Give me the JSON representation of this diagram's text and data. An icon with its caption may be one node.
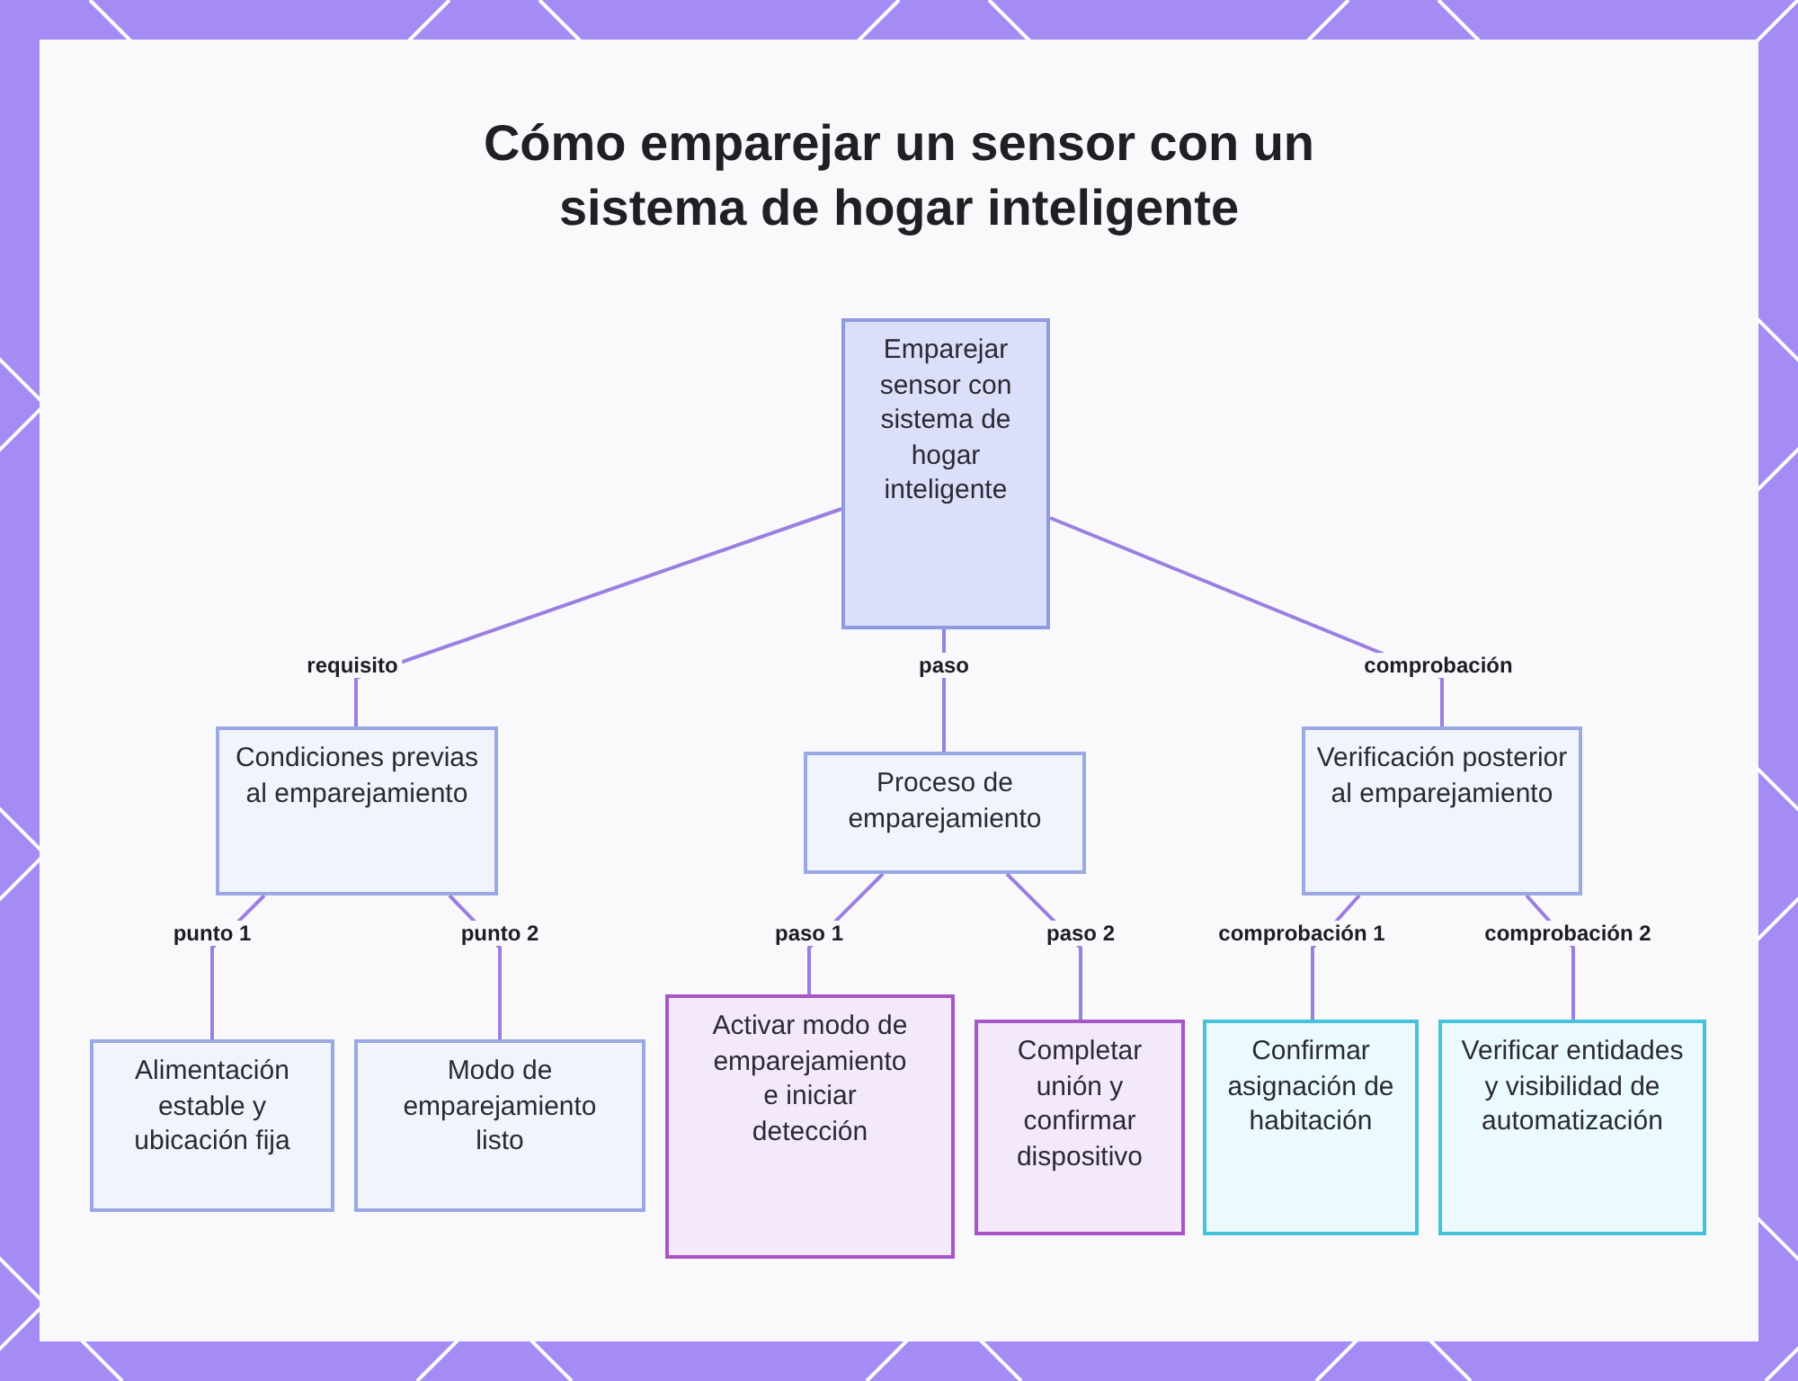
{
  "diagram": {
    "title": "Cómo emparejar un sensor con un sistema de hogar inteligente",
    "nodes": [
      {
        "text": [
          "Emparejar sensor con sistema de hogar inteligente"
        ]
      },
      {
        "text": [
          "Condiciones previas al emparejamiento"
        ]
      },
      {
        "text": [
          "Proceso de emparejamiento"
        ]
      },
      {
        "text": [
          "Verificación posterior al emparejamiento"
        ]
      },
      {
        "text": [
          "Alimentación estable y ubicación fija"
        ]
      },
      {
        "text": [
          "Modo de emparejamiento listo"
        ]
      },
      {
        "text": [
          "Activar modo de emparejamiento e iniciar detección"
        ]
      },
      {
        "text": [
          "Completar unión y confirmar dispositivo"
        ]
      },
      {
        "text": [
          "Confirmar asignación de habitación"
        ]
      },
      {
        "text": [
          "Verificar entidades y visibilidad de automatización"
        ]
      }
    ],
    "edges": [
      {
        "from": 0,
        "to": 1,
        "arrow": "none",
        "label": "requisito"
      },
      {
        "from": 0,
        "to": 2,
        "arrow": "none",
        "label": "paso"
      },
      {
        "from": 0,
        "to": 3,
        "arrow": "none",
        "label": "comprobación"
      },
      {
        "from": 1,
        "to": 4,
        "arrow": "none",
        "label": "punto 1"
      },
      {
        "from": 1,
        "to": 5,
        "arrow": "none",
        "label": "punto 2"
      },
      {
        "from": 2,
        "to": 6,
        "arrow": "none",
        "label": "paso 1"
      },
      {
        "from": 2,
        "to": 7,
        "arrow": "none",
        "label": "paso 2"
      },
      {
        "from": 3,
        "to": 8,
        "arrow": "none",
        "label": "comprobación 1"
      },
      {
        "from": 3,
        "to": 9,
        "arrow": "none",
        "label": "comprobación 2"
      }
    ]
  }
}
